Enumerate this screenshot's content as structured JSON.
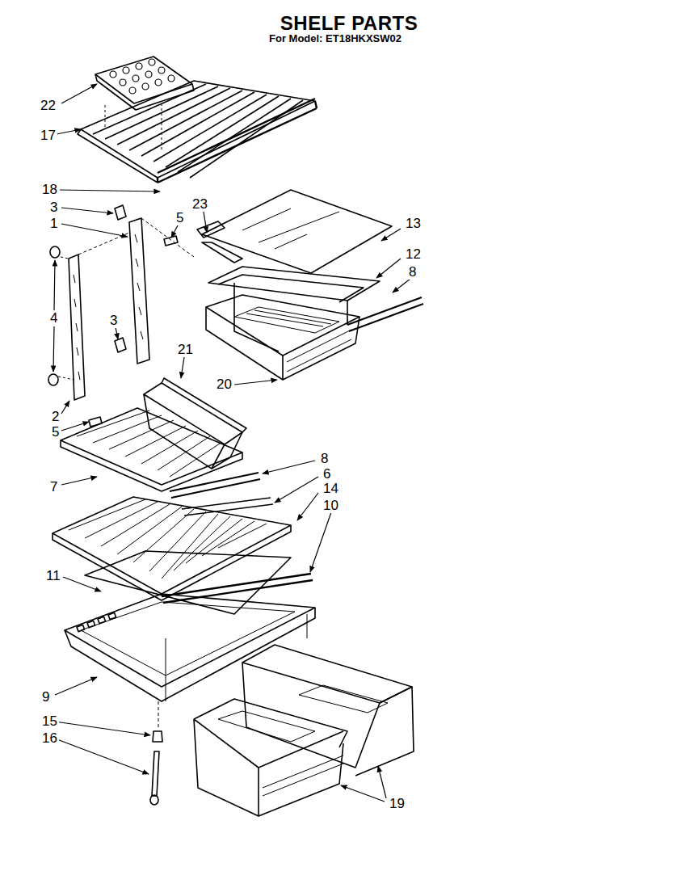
{
  "diagram": {
    "title": "SHELF PARTS",
    "labels": [
      "For Model: ET18HKXSW02",
      "22",
      "17",
      "18",
      "23",
      "3",
      "5",
      "1",
      "13",
      "12",
      "8",
      "4",
      "3",
      "21",
      "20",
      "2",
      "5",
      "8",
      "6",
      "14",
      "10",
      "7",
      "11",
      "9",
      "15",
      "16",
      "19"
    ]
  }
}
